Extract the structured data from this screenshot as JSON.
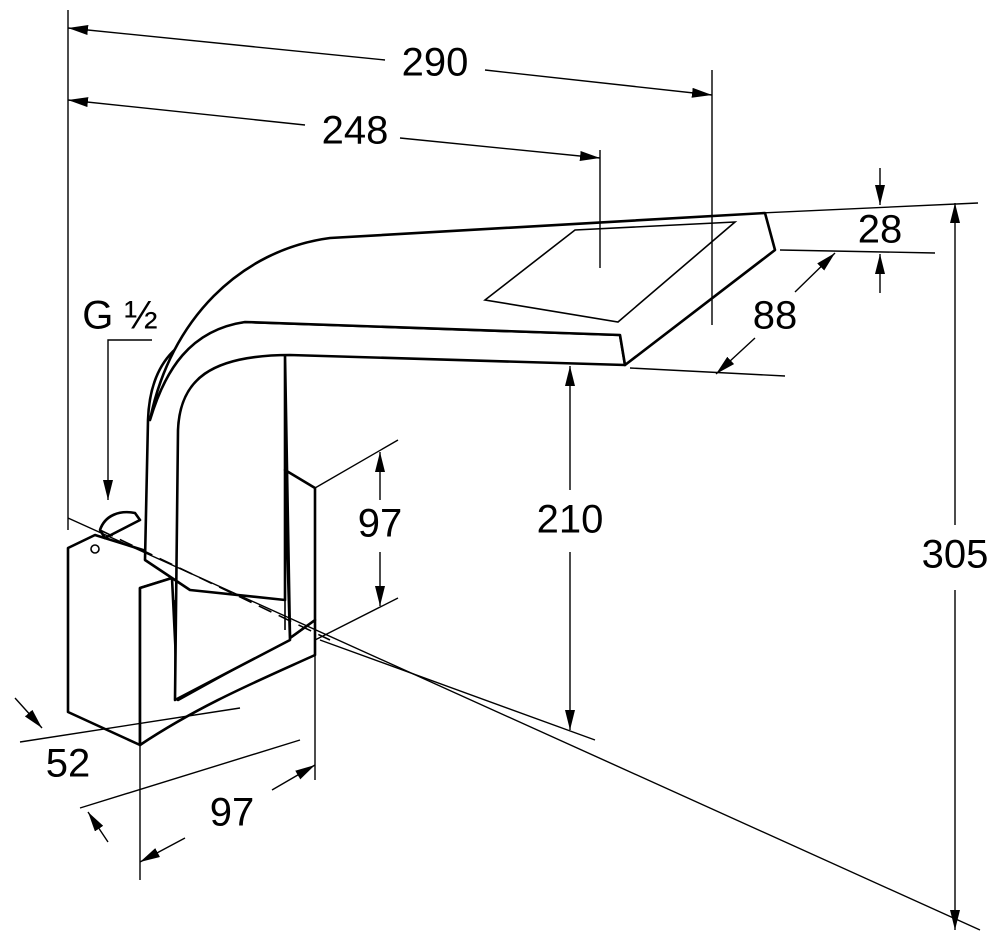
{
  "drawing": {
    "dimensions": {
      "overall_length": "290",
      "spout_length": "248",
      "spout_thickness": "28",
      "spout_width": "88",
      "thread": "G ½",
      "body_height": "97",
      "spout_clearance": "210",
      "overall_height": "305",
      "base_width": "52",
      "base_depth": "97"
    }
  }
}
